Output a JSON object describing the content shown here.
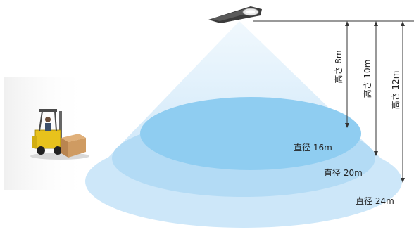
{
  "labels": {
    "height_8": "高さ 8m",
    "height_10": "高さ 10m",
    "height_12": "高さ 12m",
    "diameter_16": "直径 16m",
    "diameter_20": "直径 20m",
    "diameter_24": "直径 24m"
  },
  "icons": {
    "light_fixture": "ceiling-light-icon",
    "forklift": "forklift-icon"
  },
  "colors": {
    "beam_light": "#d7ecfb",
    "beam_mid": "#b6dcf6",
    "beam_dark": "#8ccbf1",
    "arrow": "#333333",
    "fixture_body": "#3b3b3b"
  }
}
